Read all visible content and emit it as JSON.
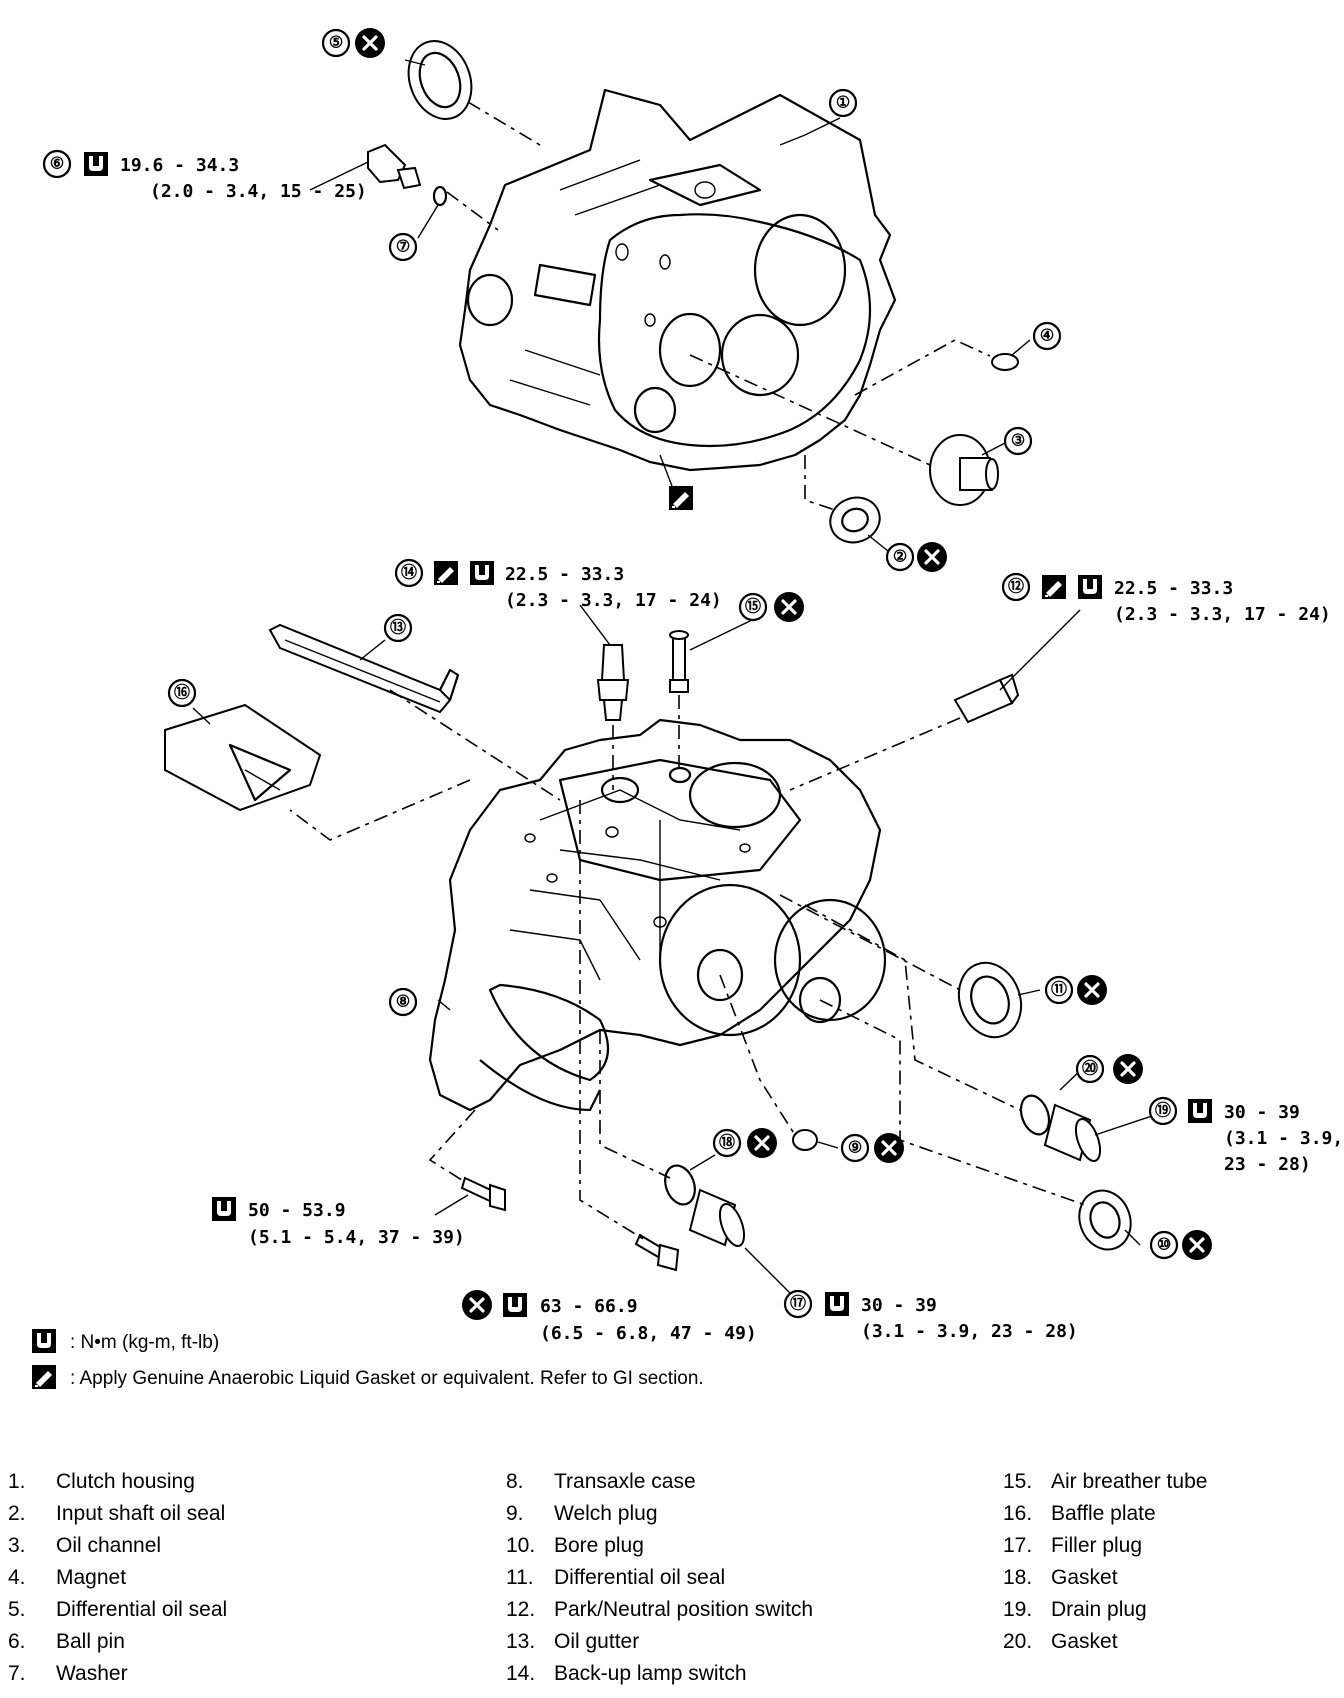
{
  "callouts": [
    {
      "num": "①",
      "x_mark": false
    },
    {
      "num": "②",
      "x_mark": true
    },
    {
      "num": "③",
      "x_mark": false
    },
    {
      "num": "④",
      "x_mark": false
    },
    {
      "num": "⑤",
      "x_mark": true
    },
    {
      "num": "⑥",
      "x_mark": false,
      "torque": true,
      "torque_l1": "19.6 - 34.3",
      "torque_l2": "(2.0 - 3.4, 15 - 25)"
    },
    {
      "num": "⑦",
      "x_mark": false
    },
    {
      "num": "⑧",
      "x_mark": false
    },
    {
      "num": "⑨",
      "x_mark": true
    },
    {
      "num": "⑩",
      "x_mark": true
    },
    {
      "num": "⑪",
      "x_mark": true
    },
    {
      "num": "⑫",
      "x_mark": false,
      "gasket": true,
      "torque": true,
      "torque_l1": "22.5 - 33.3",
      "torque_l2": "(2.3 - 3.3, 17 - 24)"
    },
    {
      "num": "⑬",
      "x_mark": false
    },
    {
      "num": "⑭",
      "x_mark": false,
      "gasket": true,
      "torque": true,
      "torque_l1": "22.5 - 33.3",
      "torque_l2": "(2.3 - 3.3, 17 - 24)"
    },
    {
      "num": "⑮",
      "x_mark": true
    },
    {
      "num": "⑯",
      "x_mark": false
    },
    {
      "num": "⑰",
      "x_mark": false,
      "torque": true,
      "torque_l1": "30 - 39",
      "torque_l2": "(3.1 - 3.9, 23 - 28)"
    },
    {
      "num": "⑱",
      "x_mark": true
    },
    {
      "num": "⑲",
      "x_mark": false,
      "torque": true,
      "torque_l1": "30 - 39",
      "torque_l2": "(3.1 - 3.9,",
      "torque_l3": "23 - 28)"
    },
    {
      "num": "⑳",
      "x_mark": true
    }
  ],
  "bolt_torques": [
    {
      "torque_l1": "50 - 53.9",
      "torque_l2": "(5.1 - 5.4, 37 - 39)",
      "x_mark": false
    },
    {
      "torque_l1": "63 - 66.9",
      "torque_l2": "(6.5 - 6.8, 47 - 49)",
      "x_mark": true
    }
  ],
  "legend": {
    "torque_unit": ":  N•m (kg-m, ft-lb)",
    "gasket_note": ":  Apply Genuine Anaerobic Liquid Gasket or equivalent. Refer to GI section."
  },
  "parts_list": {
    "col1": [
      {
        "n": "1.",
        "t": "Clutch housing"
      },
      {
        "n": "2.",
        "t": "Input shaft oil seal"
      },
      {
        "n": "3.",
        "t": "Oil channel"
      },
      {
        "n": "4.",
        "t": "Magnet"
      },
      {
        "n": "5.",
        "t": "Differential oil seal"
      },
      {
        "n": "6.",
        "t": "Ball pin"
      },
      {
        "n": "7.",
        "t": "Washer"
      }
    ],
    "col2": [
      {
        "n": "8.",
        "t": "Transaxle case"
      },
      {
        "n": "9.",
        "t": "Welch plug"
      },
      {
        "n": "10.",
        "t": "Bore plug"
      },
      {
        "n": "11.",
        "t": "Differential oil seal"
      },
      {
        "n": "12.",
        "t": "Park/Neutral position switch"
      },
      {
        "n": "13.",
        "t": "Oil gutter"
      },
      {
        "n": "14.",
        "t": "Back-up lamp switch"
      }
    ],
    "col3": [
      {
        "n": "15.",
        "t": "Air breather tube"
      },
      {
        "n": "16.",
        "t": "Baffle plate"
      },
      {
        "n": "17.",
        "t": "Filler plug"
      },
      {
        "n": "18.",
        "t": "Gasket"
      },
      {
        "n": "19.",
        "t": "Drain plug"
      },
      {
        "n": "20.",
        "t": "Gasket"
      }
    ]
  }
}
